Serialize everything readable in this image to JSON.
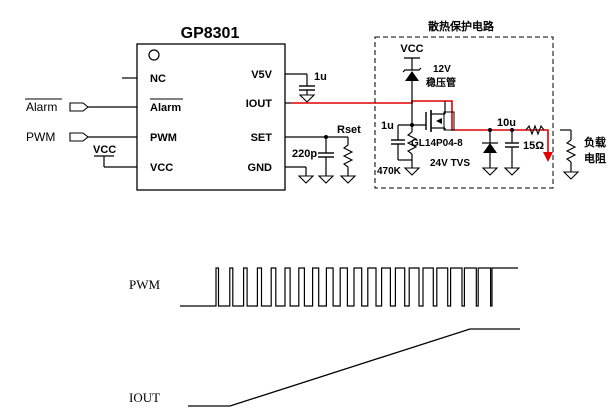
{
  "chip": {
    "title": "GP8301",
    "pins_left": [
      "NC",
      "Alarm",
      "PWM",
      "VCC"
    ],
    "pins_right": [
      "V5V",
      "IOUT",
      "SET",
      "GND"
    ]
  },
  "left_labels": {
    "alarm": "Alarm",
    "pwm": "PWM",
    "vcc": "VCC"
  },
  "components": {
    "cap_v5v": "1u",
    "rset": "Rset",
    "cap_set": "220p",
    "vcc_top": "VCC",
    "zener_12v": "12V",
    "zener_name": "稳压管",
    "cap_1u": "1u",
    "resistor_470k": "470K",
    "mosfet": "GL14P04-8",
    "tvs": "24V TVS",
    "cap_10u": "10u",
    "resistor_15": "15Ω",
    "load_line1": "负载",
    "load_line2": "电阻"
  },
  "protection_box": {
    "title": "散热保护电路"
  },
  "waveform": {
    "pwm_label": "PWM",
    "iout_label": "IOUT"
  },
  "colors": {
    "current_path": "#e00000",
    "line": "#000000"
  }
}
